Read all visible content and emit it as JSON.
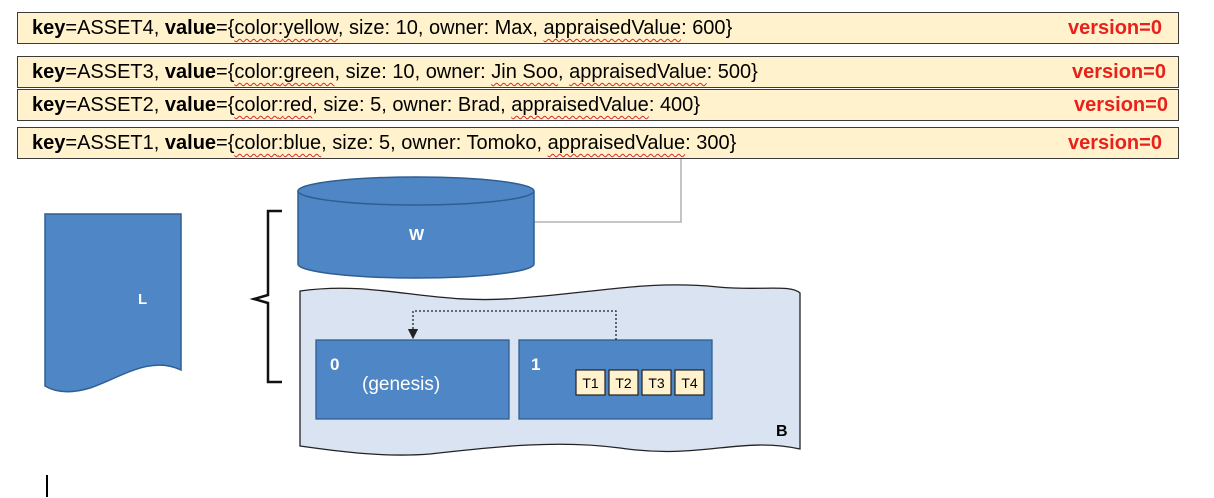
{
  "records": [
    {
      "key_label": "key",
      "key": "ASSET4",
      "value_label": "value",
      "color": "yellow",
      "size": "10",
      "owner": "Max",
      "appraised": "600",
      "version_label": "version",
      "version": "0"
    },
    {
      "key_label": "key",
      "key": "ASSET3",
      "value_label": "value",
      "color": "green",
      "size": "10",
      "owner": "Jin Soo",
      "appraised": "500",
      "version_label": "version",
      "version": "0"
    },
    {
      "key_label": "key",
      "key": "ASSET2",
      "value_label": "value",
      "color": "red",
      "size": "5",
      "owner": "Brad",
      "appraised": "400",
      "version_label": "version",
      "version": "0"
    },
    {
      "key_label": "key",
      "key": "ASSET1",
      "value_label": "value",
      "color": "blue",
      "size": "5",
      "owner": "Tomoko",
      "appraised": "300",
      "version_label": "version",
      "version": "0"
    }
  ],
  "text": {
    "color_key": "color",
    "size_key": "size",
    "owner_key": "owner",
    "appraised_key": "appraisedValue"
  },
  "diagram": {
    "ledger_label": "L",
    "worldstate_label": "W",
    "blockchain_label": "B",
    "block0_number": "0",
    "block0_caption": "(genesis)",
    "block1_number": "1",
    "transactions": [
      "T1",
      "T2",
      "T3",
      "T4"
    ]
  },
  "colors": {
    "record_bg": "#fff2cc",
    "version_text": "#e8221b",
    "shape_blue": "#4f87c6",
    "shape_border": "#2f5f91",
    "chain_bg": "#dae3f1",
    "tx_bg": "#fff2cc"
  }
}
